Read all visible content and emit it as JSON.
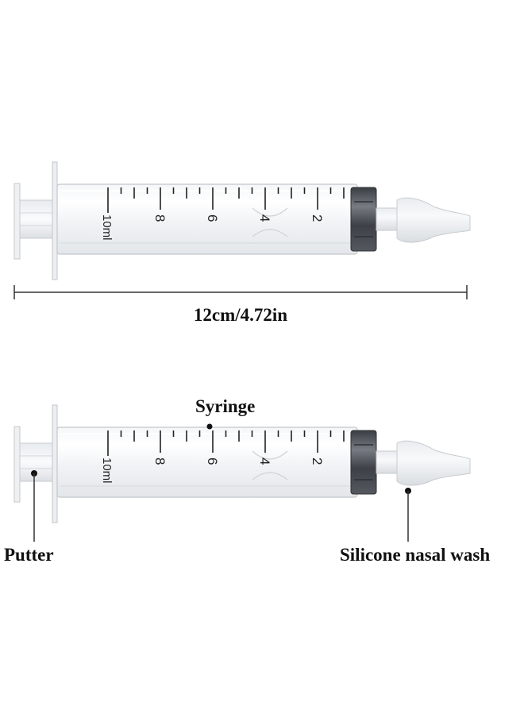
{
  "dimension": {
    "label": "12cm/4.72in"
  },
  "scale": {
    "capacity_label": "10ml",
    "numbers": [
      "8",
      "6",
      "4",
      "2"
    ]
  },
  "callouts": {
    "syringe": "Syringe",
    "putter": "Putter",
    "nozzle": "Silicone nasal wash"
  }
}
